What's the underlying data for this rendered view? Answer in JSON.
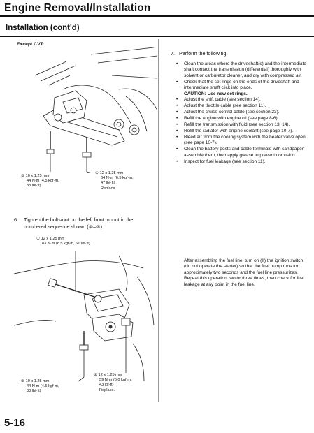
{
  "header": {
    "title": "Engine Removal/Installation",
    "subtitle": "Installation (cont'd)"
  },
  "section_label": "Except CVT:",
  "figure1": {
    "callout3": {
      "marker": "③",
      "size": "10 x 1.25 mm",
      "torque_nm": "44 N·m (4.5 kgf·m,",
      "torque_lbf": "33 lbf·ft)"
    },
    "callout1": {
      "marker": "①",
      "size": "12 x 1.25 mm",
      "torque_nm": "64 N·m (6.5 kgf·m,",
      "torque_lbf": "47 lbf·ft)",
      "note": "Replace."
    }
  },
  "step6": {
    "number": "6.",
    "text": "Tighten the bolts/nut on the left front mount in the numbered sequence shown (①–③)."
  },
  "figure2": {
    "callout1": {
      "marker": "①",
      "size": "12 x 1.25 mm",
      "torque": "83 N·m (8.5 kgf·m, 61 lbf·ft)"
    },
    "callout3": {
      "marker": "③",
      "size": "10 x 1.25 mm",
      "torque_nm": "44 N·m (4.5 kgf·m,",
      "torque_lbf": "33 lbf·ft)"
    },
    "callout2": {
      "marker": "②",
      "size": "12 x 1.25 mm",
      "torque_nm": "59 N·m (6.0 kgf·m,",
      "torque_lbf": "43 lbf·ft)",
      "note": "Replace."
    }
  },
  "step7": {
    "number": "7.",
    "intro": "Perform the following:",
    "bullets": [
      "Clean the areas where the driveshaft(s) and the intermediate shaft contact the transmission (differential) thoroughly with solvent or carburetor cleaner, and dry with compressed air.",
      "Check that the set rings on the ends of the driveshaft and intermediate shaft click into place.",
      "Adjust the shift cable (see section 14).",
      "Adjust the throttle cable (see section 11).",
      "Adjust the cruise control cable (see section 23).",
      "Refill the engine with engine oil (see page 8-6).",
      "Refill the transmission with fluid (see section 13, 14).",
      "Refill the radiator with engine coolant (see page 10-7).",
      "Bleed air from the cooling system with the heater valve open (see page 10-7).",
      "Clean the battery posts and cable terminals with sandpaper, assemble them, then apply grease to prevent corrosion.",
      "Inspect for fuel leakage (see section 11)."
    ],
    "caution": "CAUTION:  Use new set rings.",
    "after_text": "After assembling the fuel line, turn on (II) the ignition switch (do not operate the starter) so that the fuel pump runs for approximately two seconds and the fuel line pressurizes. Repeat this operation two or three times, then check for fuel leakage at any point in the fuel line."
  },
  "page_number": "5-16"
}
